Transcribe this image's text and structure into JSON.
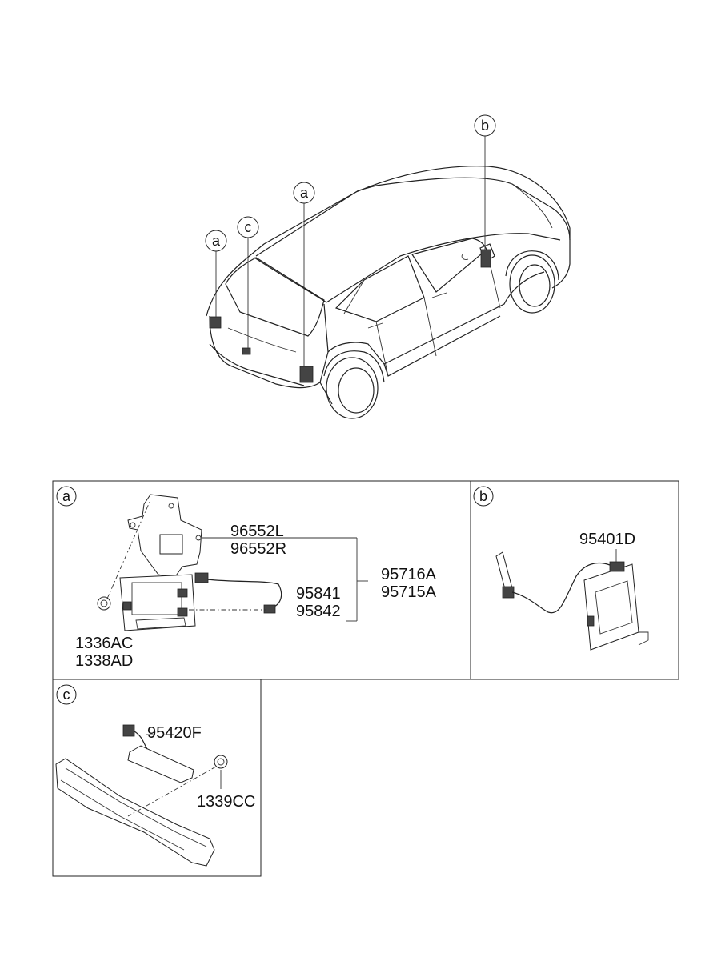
{
  "callouts": {
    "car_a_left": "a",
    "car_c": "c",
    "car_a_right": "a",
    "car_b": "b"
  },
  "panels": {
    "a": {
      "tag": "a",
      "parts": [
        "96552L",
        "96552R",
        "95716A",
        "95715A",
        "95841",
        "95842",
        "1336AC",
        "1338AD"
      ]
    },
    "b": {
      "tag": "b",
      "parts": [
        "95401D"
      ]
    },
    "c": {
      "tag": "c",
      "parts": [
        "95420F",
        "1339CC"
      ]
    }
  }
}
